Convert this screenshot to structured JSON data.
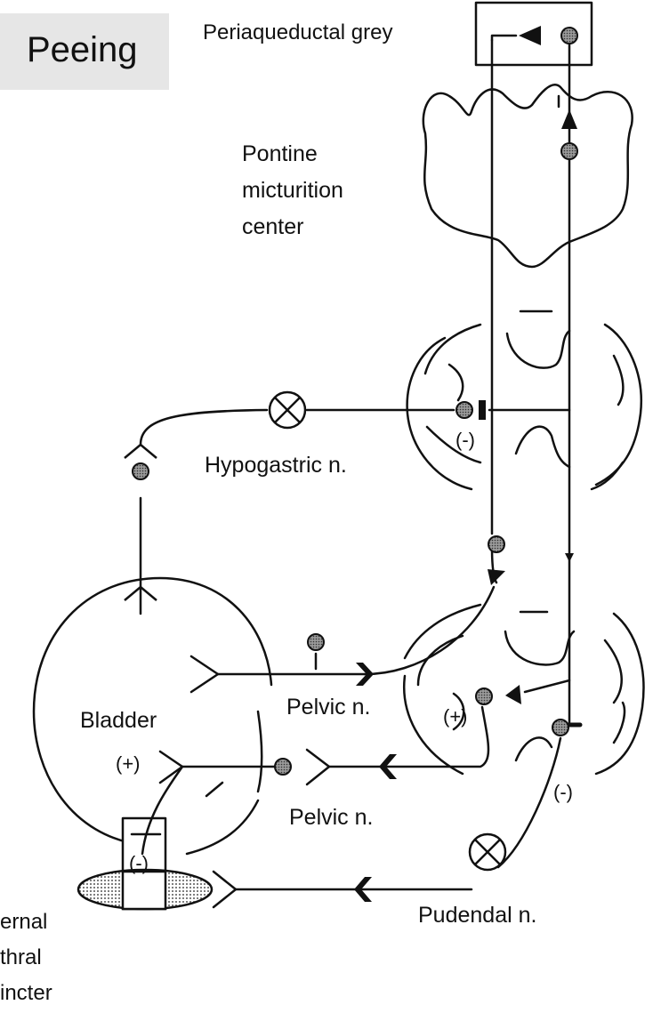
{
  "title": "Peeing",
  "labels": {
    "periaqueductal_grey": "Periaqueductal grey",
    "pmc_line1": "Pontine",
    "pmc_line2": "micturition",
    "pmc_line3": "center",
    "hypogastric": "Hypogastric n.",
    "pelvic_upper": "Pelvic n.",
    "pelvic_lower": "Pelvic n.",
    "pudendal": "Pudendal n.",
    "bladder": "Bladder",
    "sphincter_line1": "ernal",
    "sphincter_line2": "thral",
    "sphincter_line3": "incter"
  },
  "signs": {
    "spinal_upper_minus": "(-)",
    "spinal_lower_plus": "(+)",
    "spinal_lower_minus": "(-)",
    "bladder_plus": "(+)",
    "sphincter_minus": "(-)"
  },
  "colors": {
    "ink": "#111111",
    "title_bg": "#e6e6e6",
    "neuron_fill": "#7a7a7a",
    "sphincter_fill": "#bdbdbd"
  }
}
